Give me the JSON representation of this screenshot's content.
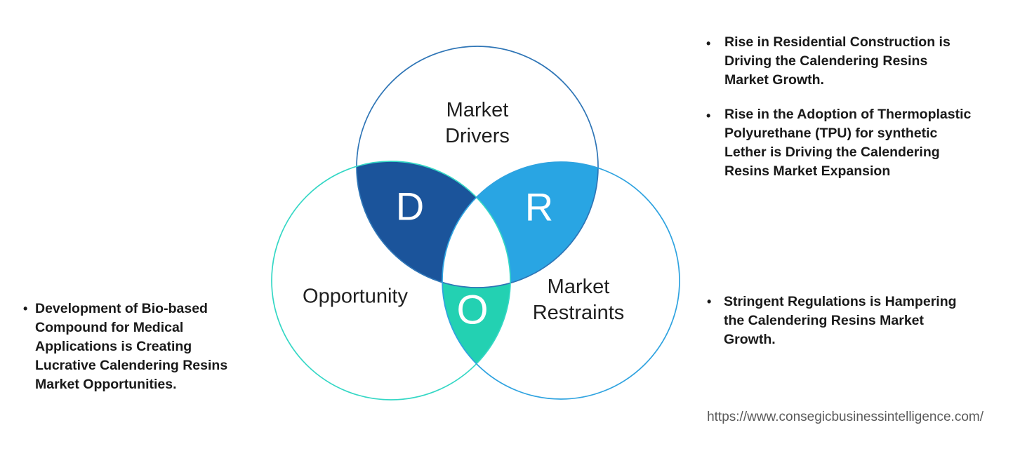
{
  "diagram": {
    "drivers": {
      "label": "Market\nDrivers",
      "letter": "D"
    },
    "restraints": {
      "label": "Market\nRestraints",
      "letter": "R"
    },
    "opportunity": {
      "label": "Opportunity",
      "letter": "O"
    }
  },
  "colors": {
    "d_fill": "#1B549B",
    "r_fill": "#29A5E3",
    "o_fill": "#23D1B2",
    "center_fill": "#FFFFFF",
    "drivers_stroke": "#2E75B6",
    "restraints_stroke": "#2FA3E0",
    "opportunity_stroke": "#34D7C5"
  },
  "bullets": {
    "marker": "•",
    "left": [
      "Development of Bio-based\nCompound for Medical\nApplications is Creating\nLucrative Calendering Resins\nMarket Opportunities."
    ],
    "right_top": [
      "Rise in Residential Construction is\nDriving the Calendering Resins\nMarket Growth.",
      "Rise in the Adoption of Thermoplastic\nPolyurethane (TPU) for synthetic\nLether is Driving the Calendering\nResins Market Expansion"
    ],
    "right_bottom": [
      "Stringent Regulations is Hampering\nthe Calendering Resins Market\nGrowth."
    ]
  },
  "footer": {
    "url": "https://www.consegicbusinessintelligence.com/"
  }
}
